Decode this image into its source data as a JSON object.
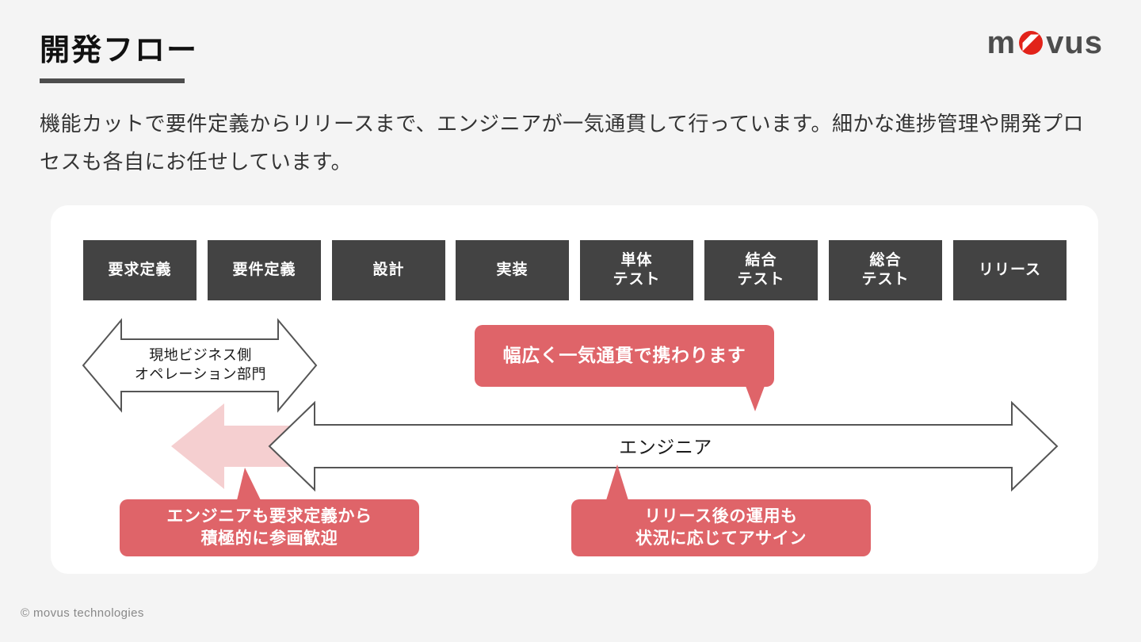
{
  "header": {
    "title": "開発フロー",
    "logo_text_before": "m",
    "logo_icon": "movus-o-mark",
    "logo_text_after": "vus",
    "brand_color": "#e2231a",
    "logo_color": "#4d4d4d"
  },
  "lead": {
    "text": "機能カットで要件定義からリリースまで、エンジニアが一気通貫して行っています。細かな進捗管理や開発プロセスも各自にお任せしています。"
  },
  "diagram": {
    "phase_box_color": "#434343",
    "phase_text_color": "#ffffff",
    "accent_color": "#df6469",
    "accent_light_color": "#f5cfd0",
    "outline_color": "#555555",
    "phases": [
      {
        "label": "要求定義",
        "lines": [
          "要求定義"
        ]
      },
      {
        "label": "要件定義",
        "lines": [
          "要件定義"
        ]
      },
      {
        "label": "設計",
        "lines": [
          "設計"
        ]
      },
      {
        "label": "実装",
        "lines": [
          "実装"
        ]
      },
      {
        "label": "単体テスト",
        "lines": [
          "単体",
          "テスト"
        ]
      },
      {
        "label": "結合テスト",
        "lines": [
          "結合",
          "テスト"
        ]
      },
      {
        "label": "総合テスト",
        "lines": [
          "総合",
          "テスト"
        ]
      },
      {
        "label": "リリース",
        "lines": [
          "リリース"
        ]
      }
    ],
    "business_arrow_label": "現地ビジネス側\nオペレーション部門",
    "engineer_arrow_label": "エンジニア",
    "callouts": [
      {
        "id": "breadth",
        "text": "幅広く一気通貫で携わります"
      },
      {
        "id": "early-involvement",
        "text": "エンジニアも要求定義から\n積極的に参画歓迎"
      },
      {
        "id": "post-release",
        "text": "リリース後の運用も\n状況に応じてアサイン"
      }
    ]
  },
  "footer": {
    "copyright": "© movus technologies"
  }
}
